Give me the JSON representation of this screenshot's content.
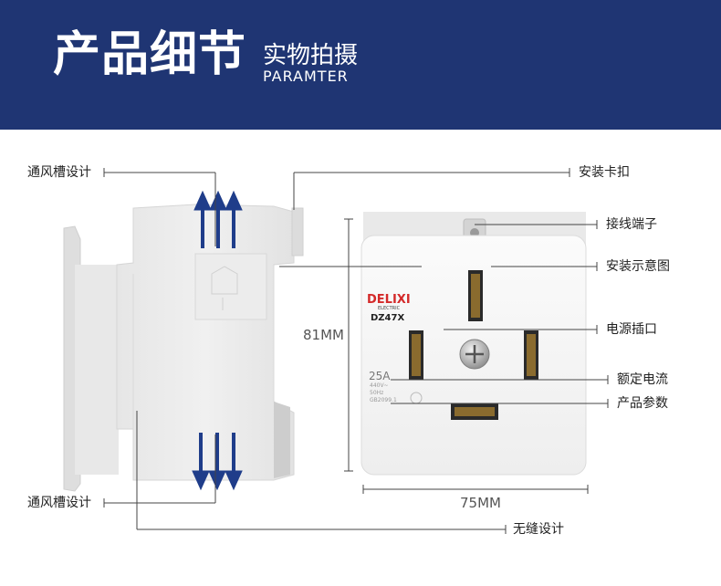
{
  "header": {
    "title": "产品细节",
    "subtitle_cn": "实物拍摄",
    "subtitle_en": "PARAMTER"
  },
  "callouts": {
    "vent_top": "通风槽设计",
    "vent_bottom": "通风槽设计",
    "seamless": "无缝设计",
    "mount_clip": "安装卡扣",
    "terminal": "接线端子",
    "install_diagram": "安装示意图",
    "power_socket": "电源插口",
    "rated_current": "额定电流",
    "product_params": "产品参数"
  },
  "dimensions": {
    "height": "81MM",
    "width": "75MM"
  },
  "product": {
    "brand": "DELIXI",
    "brand_sub": "ELECTRIC",
    "model": "DZ47X",
    "rating": "25A",
    "spec_voltage": "440V~",
    "spec_freq": "50Hz",
    "spec_standard": "GB2099.1"
  },
  "colors": {
    "banner": "#1f3573",
    "arrow": "#1f3d8a",
    "brand": "#d42a2a"
  }
}
